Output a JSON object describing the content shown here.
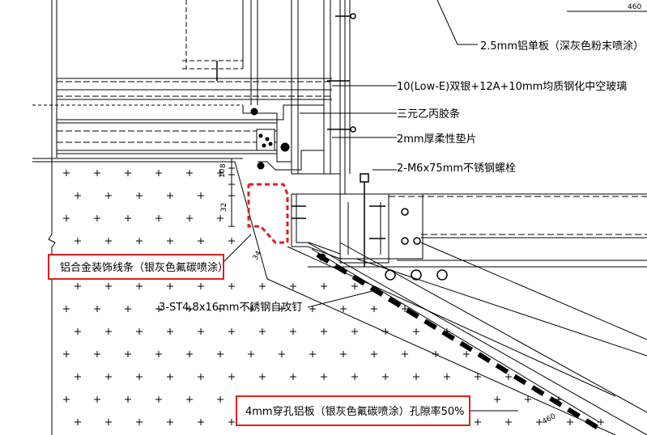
{
  "annotations": {
    "aluminum_panel": "2.5mm铝单板（深灰色粉末喷涂）",
    "glass": "10(Low-E)双银+12A+10mm均质钢化中空玻璃",
    "epdm_strip": "三元乙丙胶条",
    "flexible_pad": "2mm厚柔性垫片",
    "bolt": "2-M6x75mm不锈钢螺栓",
    "trim_strip": "铝合金装饰线条（银灰色氟碳喷涂）",
    "screw": "3-ST4.8x16mm不锈钢自攻钉",
    "perforated_panel": "4mm穿孔铝板（银灰色氟碳喷涂）孔隙率50%"
  },
  "dimensions": {
    "top_right": "460",
    "dim_8": "8",
    "dim_10": "10",
    "dim_32": "32",
    "dim_34": "34",
    "dim_bottom": "460"
  },
  "colors": {
    "line": "#000000",
    "highlight": "#e02020",
    "hatch": "#000000"
  }
}
